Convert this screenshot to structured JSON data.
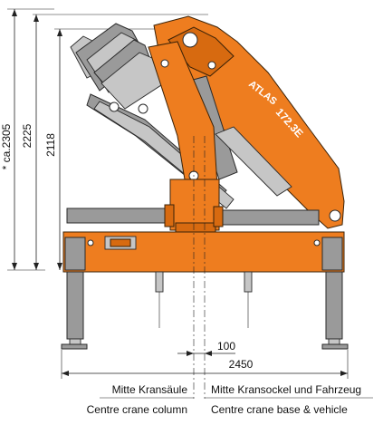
{
  "dimensions": {
    "height_total": "* ca.2305",
    "height_2225": "2225",
    "height_2118": "2118",
    "offset_100": "100",
    "width_2450": "2450"
  },
  "crane": {
    "brand": "ATLAS",
    "model": "172.3E"
  },
  "labels": {
    "column_de": "Mitte Kransäule",
    "base_de": "Mitte Kransockel und Fahrzeug",
    "column_en": "Centre crane column",
    "base_en": "Centre crane base & vehicle"
  },
  "colors": {
    "crane_orange": "#ee7d1f",
    "cylinder_grey": "#9a9a9a"
  }
}
